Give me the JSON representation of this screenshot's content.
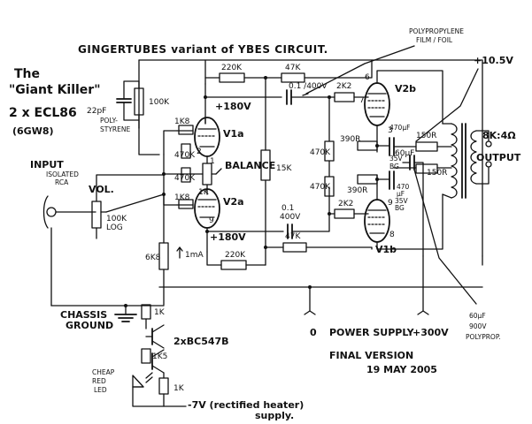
{
  "title": "GINGERTUBES variant of YBES CIRCUIT.",
  "subtitle": {
    "line1": "The",
    "line2": "\"Giant Killer\"",
    "line3": "2 x ECL86",
    "line4": "(6GW8)"
  },
  "notes": {
    "polyfilm_1": "POLYPROPYLENE",
    "polyfilm_2": "FILM / FOIL",
    "polystyrene_1": "POLY-",
    "polystyrene_2": "STYRENE",
    "input": "INPUT",
    "isolated_1": "ISOLATED",
    "isolated_2": "RCA",
    "vol": "VOL.",
    "vol_value_1": "100K",
    "vol_value_2": "LOG",
    "balance": "BALANCE",
    "current": "1mA",
    "chassis_1": "CHASSIS",
    "chassis_2": "GROUND",
    "transistors": "2xBC547B",
    "led_1": "CHEAP",
    "led_2": "RED",
    "led_3": "LED",
    "heater_1": "-7V (rectified heater)",
    "heater_2": "supply.",
    "output": "OUTPUT",
    "impedance": "8K:4Ω",
    "supply_label": "POWER SUPPLY",
    "supply_pos": "+300V",
    "supply_zero": "0",
    "bias_supply": "+10.5V",
    "bypass_cap_1": "60μF",
    "bypass_cap_2": "900V",
    "bypass_cap_3": "POLYPROP.",
    "final_1": "FINAL VERSION",
    "final_2": "19 MAY 2005"
  },
  "tubes": {
    "v1a": "V1a",
    "v2a": "V2a",
    "v2b": "V2b",
    "v1b": "V1b"
  },
  "components": {
    "r_100k_fb": "100K",
    "c_22pf": "22pF",
    "r_220k_top": "220K",
    "r_47k_top": "47K",
    "c_01_top": "0.1 /400V",
    "r_2k2_top": "2K2",
    "r_1k8_top": "1K8",
    "v_180_top": "+180V",
    "r_470k_a": "470K",
    "r_1k_bal": "1K",
    "r_470_bal": "470K",
    "r_1k8_bot": "1K8",
    "r_15k": "15K",
    "c_01_bot_1": "0.1",
    "c_01_bot_2": "400V",
    "r_2k2_bot": "2K2",
    "v_180_bot": "+180V",
    "r_220k_bot": "220K",
    "r_47k_bot": "47K",
    "r_390r_top": "390R",
    "r_470k_g_top": "470K",
    "r_470k_g_bot": "470K",
    "r_390r_bot": "390R",
    "c_470_top_1": "470μF",
    "c_470_top_2": "35V",
    "c_470_top_3": "BG",
    "c_470_bot_1": "470",
    "c_470_bot_2": "μF",
    "c_470_bot_3": "35V",
    "c_470_bot_4": "BG",
    "r_150r_top": "150R",
    "r_150r_bot": "150R",
    "c_60uf_top": "60μF",
    "r_6k8": "6K8",
    "r_1k_q": "1K",
    "r_1k5": "1K5",
    "r_1k_led": "1K",
    "pin_2": "2",
    "pin_1": "1",
    "pin_9": "9",
    "pin_6": "6",
    "pin_7": "7",
    "pin_3": "3",
    "pin_8": "8",
    "pin_9b": "9"
  },
  "colors": {
    "ink": "#111111",
    "paper": "#ffffff"
  }
}
